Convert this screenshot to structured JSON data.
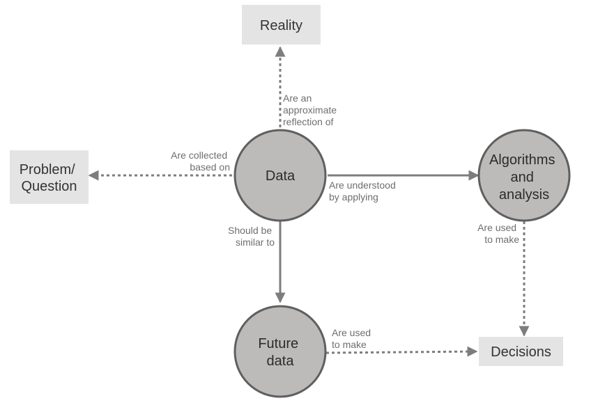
{
  "colors": {
    "box_fill": "#e4e4e4",
    "circle_fill": "#bdbaba",
    "circle_stroke": "#5f5f5f",
    "arrow": "#7d7d7d",
    "edge_text": "#6e6e6e",
    "node_text": "#2b2b2b"
  },
  "nodes": {
    "reality": {
      "line1": "Reality"
    },
    "problem": {
      "line1": "Problem/",
      "line2": "Question"
    },
    "data": {
      "line1": "Data"
    },
    "algorithms": {
      "line1": "Algorithms",
      "line2": "and",
      "line3": "analysis"
    },
    "future_data": {
      "line1": "Future",
      "line2": "data"
    },
    "decisions": {
      "line1": "Decisions"
    }
  },
  "edges": {
    "data_to_reality": {
      "style": "dashed",
      "line1": "Are an",
      "line2": "approximate",
      "line3": "reflection of"
    },
    "data_to_problem": {
      "style": "dashed",
      "line1": "Are collected",
      "line2": "based on"
    },
    "data_to_algorithms": {
      "style": "solid",
      "line1": "Are understood",
      "line2": "by applying"
    },
    "data_to_future": {
      "style": "solid",
      "line1": "Should be",
      "line2": "similar to"
    },
    "algorithms_to_decisions": {
      "style": "dashed",
      "line1": "Are used",
      "line2": "to make"
    },
    "future_to_decisions": {
      "style": "dashed",
      "line1": "Are used",
      "line2": "to make"
    }
  }
}
